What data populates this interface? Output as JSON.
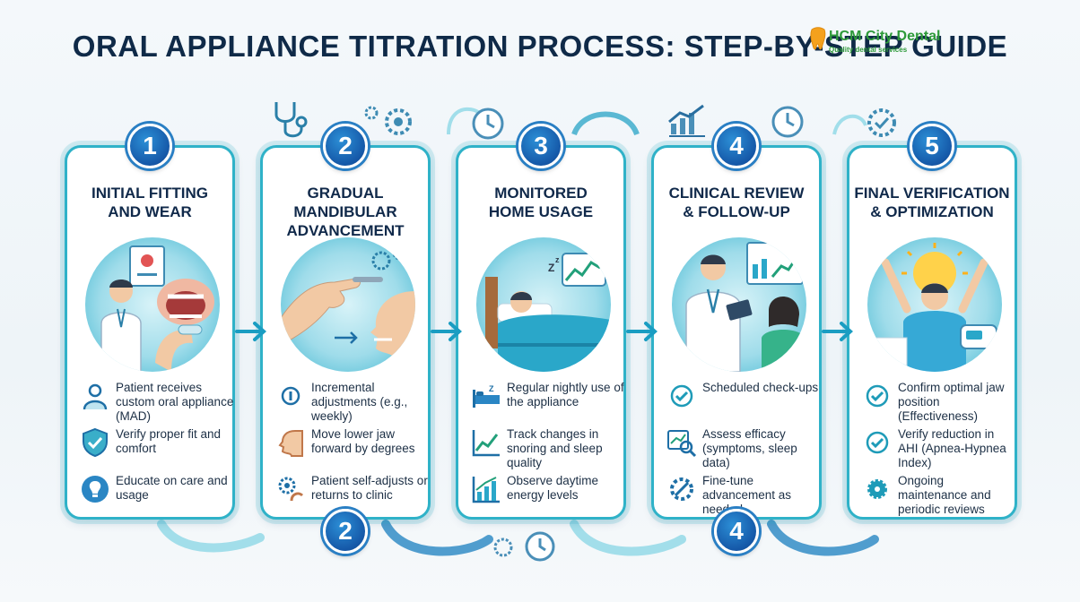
{
  "title": "ORAL APPLIANCE TITRATION PROCESS: STEP-BY-STEP GUIDE",
  "logo": {
    "name": "HCM City Dental",
    "tagline": "Quality dental services"
  },
  "colors": {
    "accent": "#2fb2c8",
    "badge": "#1558a8",
    "arrow": "#1a9dc2"
  },
  "steps": [
    {
      "number": "1",
      "title_line1": "INITIAL FITTING",
      "title_line2": "AND WEAR",
      "illustration": "dentist-fitting-appliance",
      "items": [
        {
          "icon": "patient-icon",
          "text": "Patient receives custom oral appliance (MAD)"
        },
        {
          "icon": "shield-check-icon",
          "text": "Verify proper fit and comfort"
        },
        {
          "icon": "lightbulb-icon",
          "text": "Educate on care and usage"
        }
      ]
    },
    {
      "number": "2",
      "title_line1": "GRADUAL MANDIBULAR",
      "title_line2": "ADVANCEMENT",
      "illustration": "hand-adjusting-screw",
      "bottom_badge": "2",
      "items": [
        {
          "icon": "info-icon",
          "text": "Incremental adjustments (e.g., weekly)"
        },
        {
          "icon": "jaw-profile-icon",
          "text": "Move lower jaw forward by degrees"
        },
        {
          "icon": "gear-hand-icon",
          "text": "Patient self-adjusts or returns to clinic"
        }
      ]
    },
    {
      "number": "3",
      "title_line1": "MONITORED",
      "title_line2": "HOME USAGE",
      "illustration": "patient-sleeping-in-bed",
      "items": [
        {
          "icon": "bed-icon",
          "text": "Regular nightly use of the appliance"
        },
        {
          "icon": "line-chart-icon",
          "text": "Track changes in snoring and sleep quality"
        },
        {
          "icon": "bar-chart-icon",
          "text": "Observe daytime energy levels"
        }
      ]
    },
    {
      "number": "4",
      "title_line1": "CLINICAL REVIEW",
      "title_line2": "& FOLLOW-UP",
      "illustration": "doctor-reviewing-with-patient",
      "bottom_badge": "4",
      "items": [
        {
          "icon": "check-circle-icon",
          "text": "Scheduled check-ups"
        },
        {
          "icon": "magnifier-chart-icon",
          "text": "Assess efficacy (symptoms, sleep data)"
        },
        {
          "icon": "tune-gear-icon",
          "text": "Fine-tune advancement as needed"
        }
      ]
    },
    {
      "number": "5",
      "title_line1": "FINAL VERIFICATION",
      "title_line2": "& OPTIMIZATION",
      "illustration": "happy-patient-sunrise",
      "items": [
        {
          "icon": "check-circle-icon",
          "text": "Confirm optimal jaw position (Effectiveness)"
        },
        {
          "icon": "check-circle-icon",
          "text": "Verify reduction in AHI (Apnea-Hypnea Index)"
        },
        {
          "icon": "maintenance-gear-icon",
          "text": "Ongoing maintenance and periodic reviews"
        }
      ]
    }
  ]
}
